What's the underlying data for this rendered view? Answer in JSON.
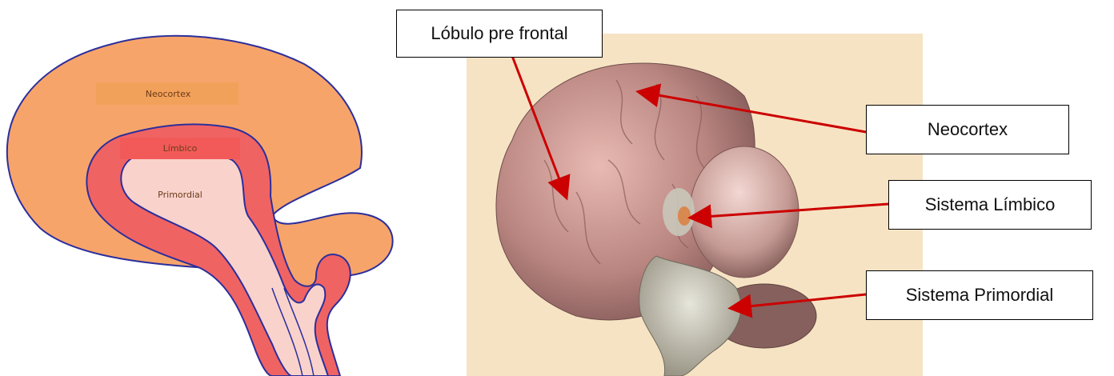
{
  "schematic": {
    "neocortex_label": "Neocortex",
    "limbico_label": "Límbico",
    "primordial_label": "Primordial"
  },
  "callouts": {
    "lobulo": "Lóbulo pre frontal",
    "neocortex": "Neocortex",
    "limbico": "Sistema Límbico",
    "primordial": "Sistema Primordial"
  },
  "colors": {
    "neocortex_fill": "#f7a46b",
    "limbico_fill": "#f06363",
    "primordial_fill": "#f9d2cc",
    "outline": "#2b2f9c",
    "arrow": "#cc0000",
    "photo_background": "#f6e3c3"
  }
}
